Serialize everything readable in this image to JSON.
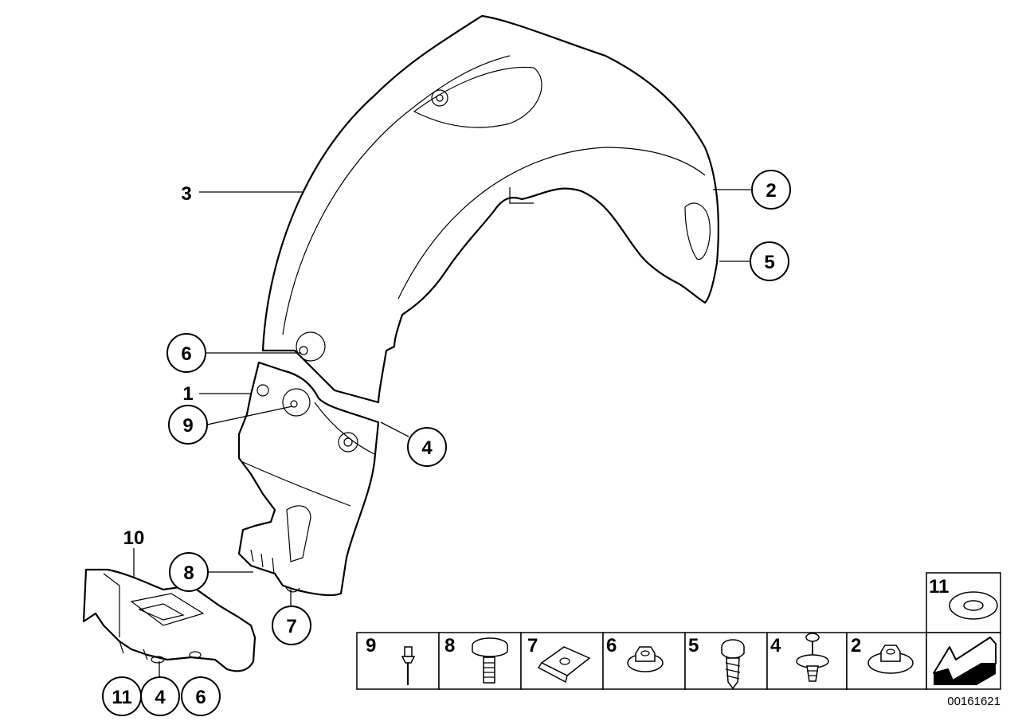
{
  "callouts": {
    "c1": "1",
    "c2": "2",
    "c3": "3",
    "c4": "4",
    "c4b": "4",
    "c5": "5",
    "c6": "6",
    "c6b": "6",
    "c7": "7",
    "c8": "8",
    "c9": "9",
    "c10": "10",
    "c11": "11"
  },
  "parts_table": {
    "cells": [
      {
        "number": "9",
        "icon": "blind-rivet-icon"
      },
      {
        "number": "8",
        "icon": "expanding-rivet-icon"
      },
      {
        "number": "7",
        "icon": "spring-nut-icon"
      },
      {
        "number": "6",
        "icon": "hex-collar-nut-icon"
      },
      {
        "number": "5",
        "icon": "hex-collar-screw-icon"
      },
      {
        "number": "4",
        "icon": "plastic-expansion-rivet-icon"
      },
      {
        "number": "2",
        "icon": "hex-nut-with-washer-icon"
      }
    ],
    "washer_cell": {
      "number": "11",
      "icon": "washer-icon"
    },
    "arrow_icon": "direction-arrow-icon"
  },
  "document_number": "00161621"
}
